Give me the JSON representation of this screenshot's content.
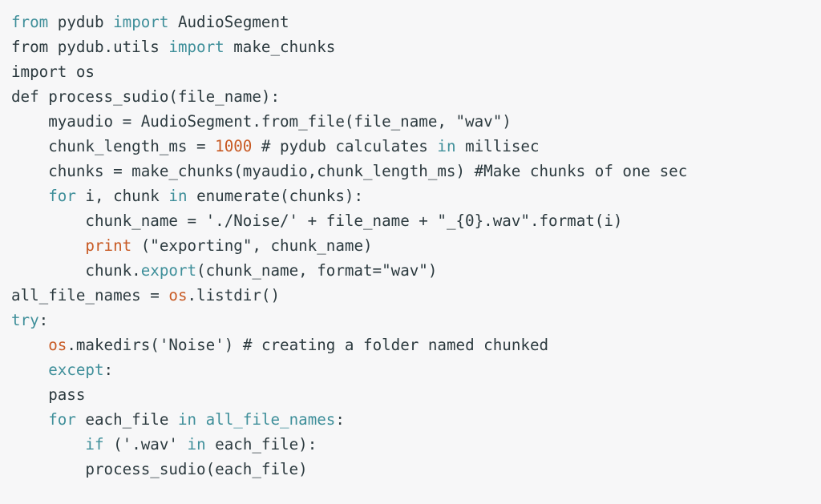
{
  "colors": {
    "background": "#f7f7f8",
    "plain": "#2c3a3f",
    "keyword": "#3f8f9a",
    "orange": "#c85a24"
  },
  "code": {
    "lines": [
      {
        "tokens": [
          {
            "t": "from",
            "c": "k"
          },
          {
            "t": " pydub ",
            "c": "p"
          },
          {
            "t": "import",
            "c": "k"
          },
          {
            "t": " AudioSegment",
            "c": "p"
          }
        ]
      },
      {
        "tokens": [
          {
            "t": "from pydub.utils ",
            "c": "p"
          },
          {
            "t": "import",
            "c": "k"
          },
          {
            "t": " make_chunks",
            "c": "p"
          }
        ]
      },
      {
        "tokens": [
          {
            "t": "import os",
            "c": "p"
          }
        ]
      },
      {
        "tokens": [
          {
            "t": "def process_sudio(file_name):",
            "c": "p"
          }
        ]
      },
      {
        "tokens": [
          {
            "t": "    myaudio = AudioSegment.from_file(file_name, ",
            "c": "p"
          },
          {
            "t": "\"wav\"",
            "c": "s"
          },
          {
            "t": ")",
            "c": "p"
          }
        ]
      },
      {
        "tokens": [
          {
            "t": "    chunk_length_ms = ",
            "c": "p"
          },
          {
            "t": "1000",
            "c": "o"
          },
          {
            "t": " # pydub calculates ",
            "c": "c"
          },
          {
            "t": "in",
            "c": "k"
          },
          {
            "t": " millisec",
            "c": "c"
          }
        ]
      },
      {
        "tokens": [
          {
            "t": "    chunks = make_chunks(myaudio,chunk_length_ms) #Make chunks of one sec",
            "c": "p"
          }
        ]
      },
      {
        "tokens": [
          {
            "t": "    ",
            "c": "p"
          },
          {
            "t": "for",
            "c": "k"
          },
          {
            "t": " i, chunk ",
            "c": "p"
          },
          {
            "t": "in",
            "c": "k"
          },
          {
            "t": " enumerate(chunks):",
            "c": "p"
          }
        ]
      },
      {
        "tokens": [
          {
            "t": "        chunk_name = ",
            "c": "p"
          },
          {
            "t": "'./Noise/'",
            "c": "s"
          },
          {
            "t": " + file_name + ",
            "c": "p"
          },
          {
            "t": "\"_{0}.wav\"",
            "c": "s"
          },
          {
            "t": ".format(i)",
            "c": "p"
          }
        ]
      },
      {
        "tokens": [
          {
            "t": "        ",
            "c": "p"
          },
          {
            "t": "print",
            "c": "o"
          },
          {
            "t": " (",
            "c": "p"
          },
          {
            "t": "\"exporting\"",
            "c": "s"
          },
          {
            "t": ", chunk_name)",
            "c": "p"
          }
        ]
      },
      {
        "tokens": [
          {
            "t": "        chunk.",
            "c": "p"
          },
          {
            "t": "export",
            "c": "k"
          },
          {
            "t": "(chunk_name, format=",
            "c": "p"
          },
          {
            "t": "\"wav\"",
            "c": "s"
          },
          {
            "t": ")",
            "c": "p"
          }
        ]
      },
      {
        "tokens": [
          {
            "t": "all_file_names = ",
            "c": "p"
          },
          {
            "t": "os",
            "c": "o"
          },
          {
            "t": ".listdir()",
            "c": "p"
          }
        ]
      },
      {
        "tokens": [
          {
            "t": "try",
            "c": "k"
          },
          {
            "t": ":",
            "c": "p"
          }
        ]
      },
      {
        "tokens": [
          {
            "t": "    ",
            "c": "p"
          },
          {
            "t": "os",
            "c": "o"
          },
          {
            "t": ".makedirs(",
            "c": "p"
          },
          {
            "t": "'Noise'",
            "c": "s"
          },
          {
            "t": ") # creating a folder named chunked",
            "c": "c"
          }
        ]
      },
      {
        "tokens": [
          {
            "t": "    ",
            "c": "p"
          },
          {
            "t": "except",
            "c": "k"
          },
          {
            "t": ":",
            "c": "p"
          }
        ]
      },
      {
        "tokens": [
          {
            "t": "    pass",
            "c": "p"
          }
        ]
      },
      {
        "tokens": [
          {
            "t": "    ",
            "c": "p"
          },
          {
            "t": "for",
            "c": "k"
          },
          {
            "t": " each_file ",
            "c": "p"
          },
          {
            "t": "in",
            "c": "k"
          },
          {
            "t": " ",
            "c": "p"
          },
          {
            "t": "all_file_names",
            "c": "k"
          },
          {
            "t": ":",
            "c": "p"
          }
        ]
      },
      {
        "tokens": [
          {
            "t": "        ",
            "c": "p"
          },
          {
            "t": "if",
            "c": "k"
          },
          {
            "t": " (",
            "c": "p"
          },
          {
            "t": "'.wav'",
            "c": "s"
          },
          {
            "t": " ",
            "c": "p"
          },
          {
            "t": "in",
            "c": "k"
          },
          {
            "t": " each_file):",
            "c": "p"
          }
        ]
      },
      {
        "tokens": [
          {
            "t": "        process_sudio(each_file)",
            "c": "p"
          }
        ]
      }
    ]
  }
}
